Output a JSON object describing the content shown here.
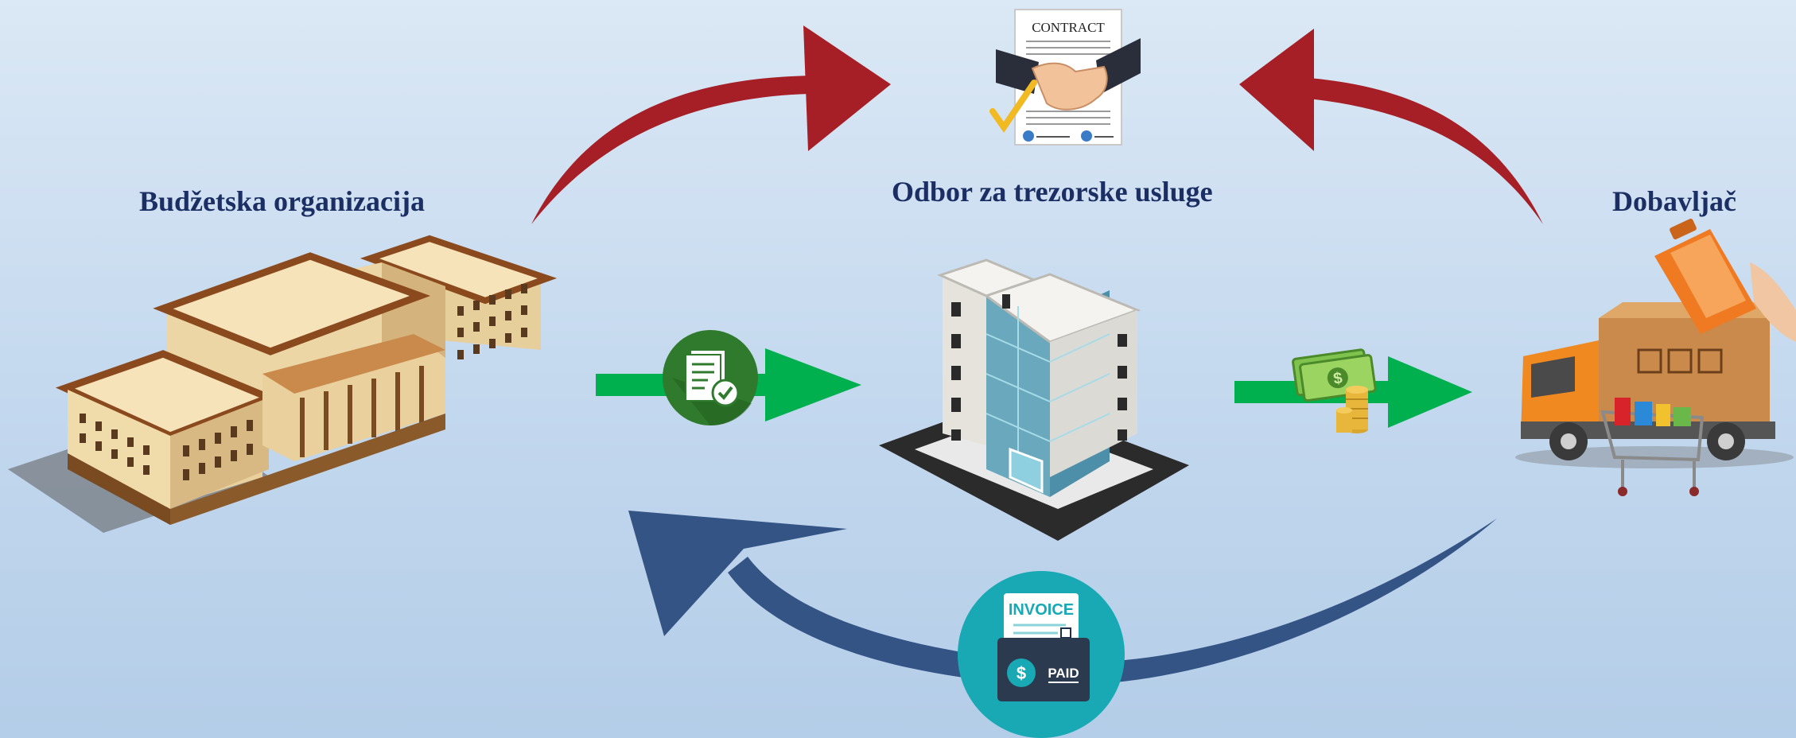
{
  "nodes": {
    "left_label": "Budžetska organizacija",
    "center_label": "Odbor za trezorske  usluge",
    "right_label": "Dobavljač"
  },
  "icons": {
    "contract_text": "CONTRACT",
    "invoice_text": "INVOICE",
    "paid_text": "PAID",
    "dollar_symbol": "$"
  },
  "colors": {
    "red_arrow": "#a61f26",
    "blue_arrow": "#345485",
    "green_arrow": "#00b04f",
    "title": "#1b2f64"
  }
}
